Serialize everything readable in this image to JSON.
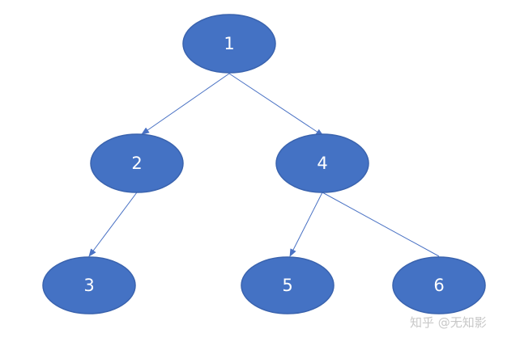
{
  "diagram": {
    "type": "tree",
    "nodes": [
      {
        "id": "1",
        "label": "1"
      },
      {
        "id": "2",
        "label": "2"
      },
      {
        "id": "4",
        "label": "4"
      },
      {
        "id": "3",
        "label": "3"
      },
      {
        "id": "5",
        "label": "5"
      },
      {
        "id": "6",
        "label": "6"
      }
    ],
    "edges": [
      {
        "from": "1",
        "to": "2",
        "arrow": true
      },
      {
        "from": "1",
        "to": "4",
        "arrow": true
      },
      {
        "from": "2",
        "to": "3",
        "arrow": true
      },
      {
        "from": "4",
        "to": "5",
        "arrow": true
      },
      {
        "from": "4",
        "to": "6",
        "arrow": false
      }
    ],
    "colors": {
      "node_fill": "#4472C4",
      "node_stroke": "#3A63AE",
      "edge": "#4A72C4",
      "label": "#FFFFFF"
    }
  },
  "watermark": {
    "text": "知乎 @无知影"
  }
}
